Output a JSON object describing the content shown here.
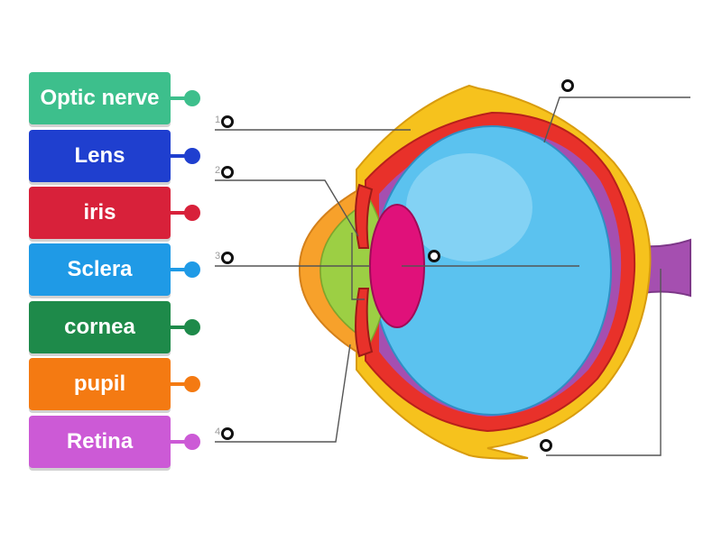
{
  "labels": [
    {
      "text": "Optic nerve",
      "color": "#3dbf8c",
      "dot": "#3dbf8c"
    },
    {
      "text": "Lens",
      "color": "#1f3fcf",
      "dot": "#1f3fcf"
    },
    {
      "text": "iris",
      "color": "#d8213a",
      "dot": "#d8213a"
    },
    {
      "text": "Sclera",
      "color": "#1f9ae6",
      "dot": "#1f9ae6"
    },
    {
      "text": "cornea",
      "color": "#1e8a4a",
      "dot": "#1e8a4a"
    },
    {
      "text": "pupil",
      "color": "#f47a12",
      "dot": "#f47a12"
    },
    {
      "text": "Retina",
      "color": "#cc5ad6",
      "dot": "#cc5ad6"
    }
  ],
  "targets": [
    {
      "number": "1"
    },
    {
      "number": "2"
    },
    {
      "number": "3"
    },
    {
      "number": "4"
    },
    {
      "number": ""
    },
    {
      "number": ""
    },
    {
      "number": ""
    }
  ],
  "colors": {
    "sclera_outer": "#f6c21d",
    "sclera_edge": "#d89c0f",
    "choroid": "#e8312a",
    "retina": "#a54fb0",
    "vitreous": "#5bc2ef",
    "vitreous_light": "#9fdcf7",
    "lens": "#e0117a",
    "cornea": "#f7a12b",
    "aqueous": "#9ccf44",
    "nerve": "#a54fb0",
    "leader_line": "#555555"
  }
}
